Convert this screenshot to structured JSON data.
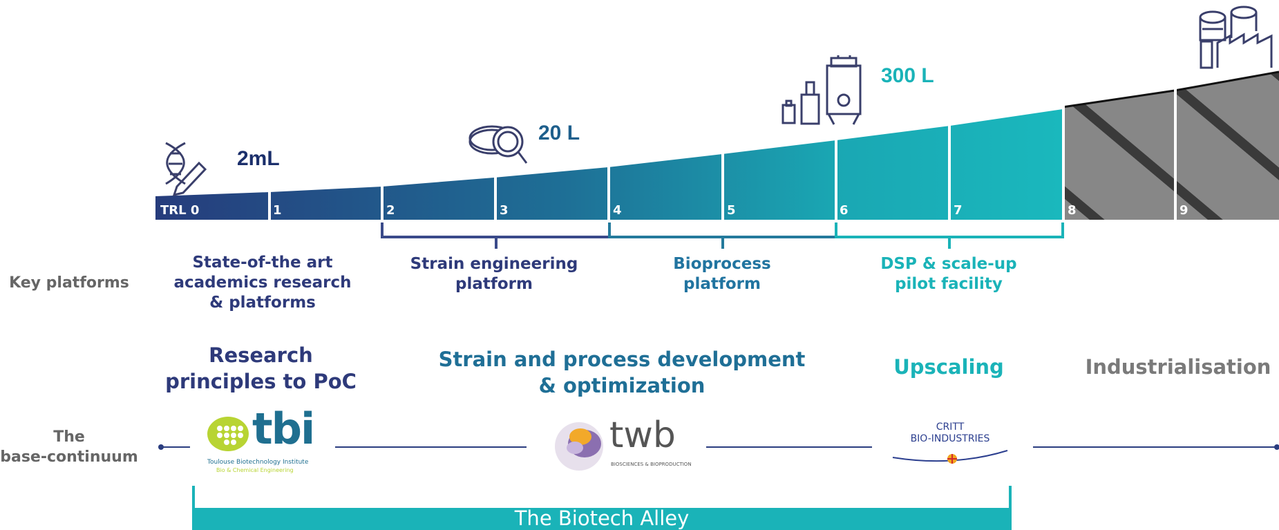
{
  "volumes": [
    "2mL",
    "20 L",
    "300 L"
  ],
  "trl_labels": [
    "TRL 0",
    "1",
    "2",
    "3",
    "4",
    "5",
    "6",
    "7",
    "8",
    "9"
  ],
  "row_labels": {
    "key_platforms": "Key platforms",
    "continuum_line1": "The",
    "continuum_line2": "base-continuum"
  },
  "platforms": [
    {
      "lines": [
        "State-of-the art",
        "academics research",
        "& platforms"
      ]
    },
    {
      "lines": [
        "Strain engineering",
        "platform"
      ]
    },
    {
      "lines": [
        "Bioprocess",
        "platform"
      ]
    },
    {
      "lines": [
        "DSP & scale-up",
        "pilot facility"
      ]
    }
  ],
  "phases": [
    {
      "lines": [
        "Research",
        "principles to PoC"
      ]
    },
    {
      "lines": [
        "Strain and process development",
        "& optimization"
      ]
    },
    {
      "lines": [
        "Upscaling"
      ]
    },
    {
      "lines": [
        "Industrialisation"
      ]
    }
  ],
  "logos": {
    "tbi_name": "tbi",
    "tbi_sub1": "Toulouse Biotechnology Institute",
    "tbi_sub2": "Bio & Chemical Engineering",
    "twb_name": "twb",
    "twb_sub": "BIOSCIENCES & BIOPRODUCTION",
    "critt_line1": "CRITT",
    "critt_line2": "BIO-INDUSTRIES"
  },
  "alley_label": "The Biotech Alley",
  "colors": {
    "navy": "#2a3d7f",
    "mid_blue": "#1e6f96",
    "teal": "#1ab3b8",
    "gray": "#6b6b6b",
    "tbi_green": "#b8d433",
    "tbi_blue": "#1f6f90"
  },
  "icons": [
    "dna-pencil-icon",
    "petri-dish-magnifier-icon",
    "bioreactor-icon",
    "factory-icon"
  ]
}
